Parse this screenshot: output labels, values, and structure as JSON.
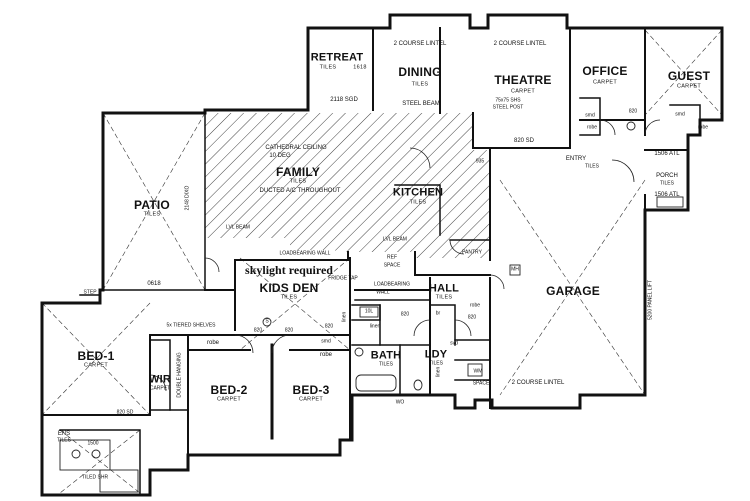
{
  "rooms": {
    "retreat": {
      "name": "RETREAT",
      "floor": "TILES",
      "dim": "1618"
    },
    "dining": {
      "name": "DINING",
      "floor": "TILES"
    },
    "theatre": {
      "name": "THEATRE",
      "floor": "CARPET"
    },
    "office": {
      "name": "OFFICE",
      "floor": "CARPET"
    },
    "guest": {
      "name": "GUEST",
      "floor": "CARPET"
    },
    "family": {
      "name": "FAMILY",
      "floor": "TILES"
    },
    "patio": {
      "name": "PATIO",
      "floor": "TILES"
    },
    "kitchen": {
      "name": "KITCHEN",
      "floor": "TILES"
    },
    "entry": {
      "name": "ENTRY",
      "floor": "TILES"
    },
    "porch": {
      "name": "PORCH",
      "floor": "TILES"
    },
    "garage": {
      "name": "GARAGE"
    },
    "kids_den": {
      "name": "KIDS DEN",
      "floor": "TILES"
    },
    "hall": {
      "name": "HALL",
      "floor": "TILES"
    },
    "bed1": {
      "name": "BED-1",
      "floor": "CARPET"
    },
    "bed2": {
      "name": "BED-2",
      "floor": "CARPET"
    },
    "bed3": {
      "name": "BED-3",
      "floor": "CARPET"
    },
    "wir": {
      "name": "WIR",
      "floor": "CARPET"
    },
    "bath": {
      "name": "BATH",
      "floor": "TILES"
    },
    "ldy": {
      "name": "LDY",
      "floor": "TILES"
    },
    "ens": {
      "name": "ENS",
      "floor": "TILES"
    }
  },
  "notes": {
    "lintel_dining": "2 COURSE LINTEL",
    "lintel_theatre": "2 COURSE LINTEL",
    "lintel_garage": "2 COURSE LINTEL",
    "retreat_sgd": "2118 SGD",
    "steel_beam": "STEEL BEAM",
    "shs_post": "75x75 SHS",
    "steel_post": "STEEL POST",
    "theatre_door": "820 SD",
    "cathedral": "CATHEDRAL CEILING",
    "deg": "10 DEG",
    "ducted": "DUCTED A/C THROUGHOUT",
    "patio_dim": "2148 DIXO",
    "patio_0618": "0618",
    "step": "STEP",
    "lvl_beam_1": "LVL BEAM",
    "lvl_beam_2": "LVL BEAM",
    "loadbearing_1": "LOADBEARING WALL",
    "loadbearing_2": "LOADBEARING",
    "loadbearing_2b": "WALL",
    "skylight": "skylight required",
    "fridge_tap": "FRIDGE TAP",
    "fridge": "REF",
    "fridge_space": "SPACE",
    "pantry": "PANTRY",
    "shelves": "5x TIERED SHELVES",
    "d935": "935",
    "d820_office": "820",
    "smd_office": "smd",
    "robe_office": "robe",
    "smd_guest": "smd",
    "robe_guest": "robe",
    "atl_1": "1506 ATL",
    "atl_2": "1506 ATL",
    "panel_lift": "5200 PANEL LIFT",
    "d820_bed1": "820 SD",
    "d820_a": "820",
    "d820_b": "820",
    "d820_c": "820",
    "d820_d": "820",
    "d820_e": "820",
    "linen_1": "linen",
    "linen_2": "linen",
    "linen_3": "linen",
    "robe_bed2": "robe",
    "robe_bed3": "robe",
    "smd_bed3": "smd",
    "robe_hall": "robe",
    "br": "br",
    "svd": "svd",
    "wm": "WM",
    "space": "SPACE",
    "wir_shelf": "DOUBLE HANGING",
    "ens_1500": "1500",
    "ens_shower": "TILED SHR",
    "wo": "WO",
    "mh": "MH",
    "ten_l": "10L",
    "s_mark": "S"
  },
  "colors": {
    "line": "#1a1a1a",
    "wall": "#111111",
    "hatch": "#444444",
    "bg": "#ffffff"
  }
}
